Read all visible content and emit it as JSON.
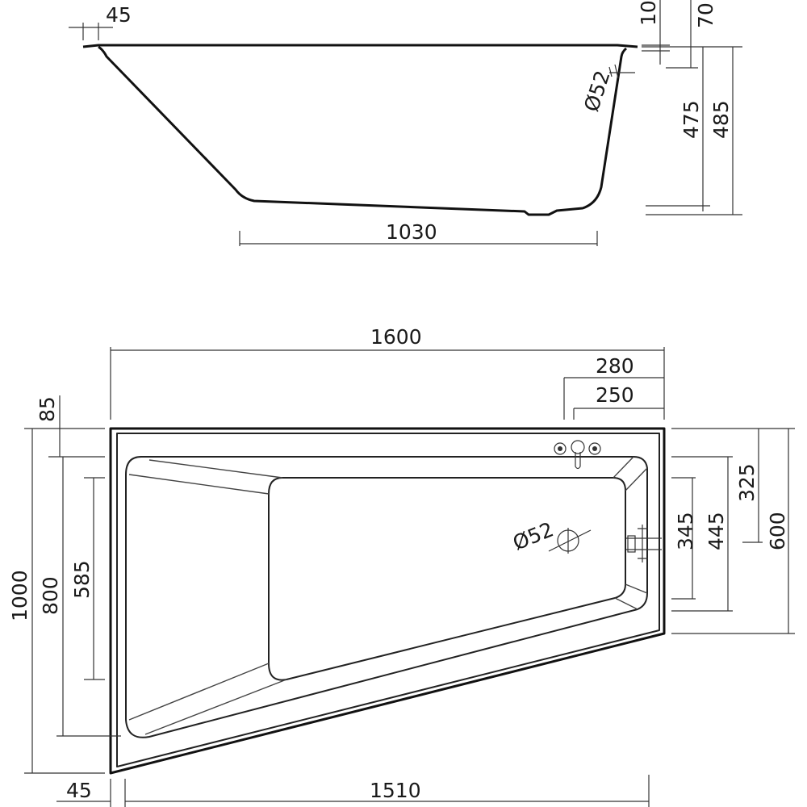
{
  "side_view": {
    "dims": {
      "rim_overhang": "45",
      "rim_thickness": "10",
      "rim_offset": "70",
      "overflow_diameter": "Ø52",
      "inner_depth": "475",
      "total_height": "485",
      "bottom_length": "1030"
    }
  },
  "top_view": {
    "dims": {
      "total_length": "1600",
      "tap_offset_outer": "280",
      "tap_offset_inner": "250",
      "rim_top": "85",
      "total_width": "1000",
      "inner_width": "800",
      "basin_width": "585",
      "drain_diameter": "Ø52",
      "right_side_depth": "600",
      "right_inner_depth": "445",
      "drain_offset": "345",
      "tap_depth": "325",
      "bottom_rim": "45",
      "bottom_length": "1510"
    }
  },
  "colors": {
    "line": "#111111",
    "text": "#1a1a1a"
  }
}
